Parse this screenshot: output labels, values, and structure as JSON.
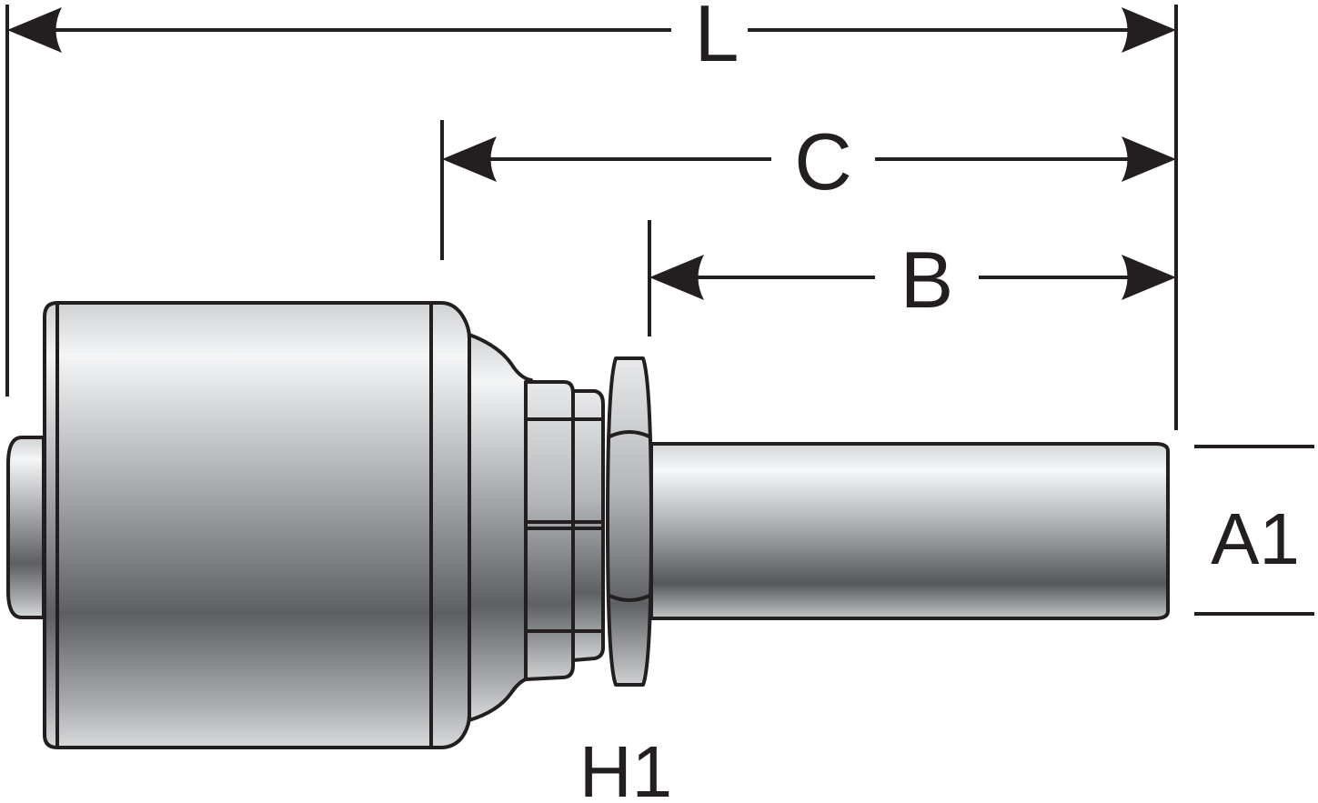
{
  "labels": {
    "L": "L",
    "C": "C",
    "B": "B",
    "A1": "A1",
    "H1": "H1"
  },
  "colors": {
    "ink": "#231f20",
    "metal_light": "#f4f5f6",
    "metal_mid": "#a7a9ac",
    "metal_dark": "#58595b"
  }
}
